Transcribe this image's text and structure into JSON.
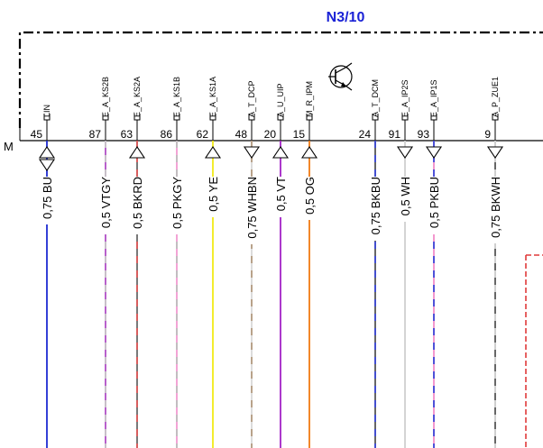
{
  "module": {
    "title": "N3/10",
    "connector_label": "M"
  },
  "pins": [
    {
      "signal": "LIN",
      "pin": "45",
      "wire": "0,75 BU",
      "colors": [
        "#1e2bd1"
      ],
      "arrow": "both"
    },
    {
      "signal": "E_A_KS2B",
      "pin": "87",
      "wire": "0,5 VTGY",
      "colors": [
        "#b04fc7",
        "#c8c8c8"
      ],
      "arrow": "none"
    },
    {
      "signal": "E_A_KS2A",
      "pin": "63",
      "wire": "0,5 BKRD",
      "colors": [
        "#6a6a6a",
        "#e15a5a"
      ],
      "arrow": "up"
    },
    {
      "signal": "E_A_KS1B",
      "pin": "86",
      "wire": "0,5 PKGY",
      "colors": [
        "#f29ad1",
        "#bdbdbd"
      ],
      "arrow": "none"
    },
    {
      "signal": "E_A_KS1A",
      "pin": "62",
      "wire": "0,5 YE",
      "colors": [
        "#f2ea16"
      ],
      "arrow": "up"
    },
    {
      "signal": "A_T_DCP",
      "pin": "48",
      "wire": "0,75 WHBN",
      "colors": [
        "#d8d8d8",
        "#b39b80"
      ],
      "arrow": "down"
    },
    {
      "signal": "A_U_UIP",
      "pin": "20",
      "wire": "0,5 VT",
      "colors": [
        "#a322c7"
      ],
      "arrow": "up"
    },
    {
      "signal": "M_R_IPM",
      "pin": "15",
      "wire": "0,5 OG",
      "colors": [
        "#f07a12"
      ],
      "arrow": "up"
    },
    {
      "signal": "A_T_DCM",
      "pin": "24",
      "wire": "0,75 BKBU",
      "colors": [
        "#555555",
        "#3d49d8"
      ],
      "arrow": "none"
    },
    {
      "signal": "E_A_IP2S",
      "pin": "91",
      "wire": "0,5 WH",
      "colors": [
        "#cfcfcf"
      ],
      "arrow": "down"
    },
    {
      "signal": "E_A_IP1S",
      "pin": "93",
      "wire": "0,5 PKBU",
      "colors": [
        "#f28cc9",
        "#3d49d8"
      ],
      "arrow": "down"
    },
    {
      "signal": "A_P_ZUE1",
      "pin": "9",
      "wire": "0,75 BKWH",
      "colors": [
        "#555555",
        "#d9d9d9"
      ],
      "arrow": "down"
    }
  ]
}
